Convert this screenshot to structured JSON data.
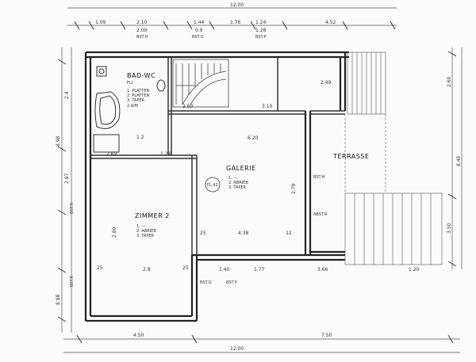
{
  "rooms": {
    "bath": {
      "name": "BAD-WC",
      "sub": "FLI",
      "notes": [
        "1. PLATTEN",
        "2. PLATTEN",
        "3. TAPER"
      ],
      "code": "2.9/M"
    },
    "galerie": {
      "name": "GALERIE",
      "notes": [
        "1. ---",
        "2. ABRIEB",
        "3. TAPER"
      ],
      "stamp": "FL.42"
    },
    "zimmer": {
      "name": "ZIMMER 2",
      "notes": [
        "1. ---",
        "2. ABRIEB",
        "3. TAPER"
      ]
    },
    "terrasse": {
      "name": "TERRASSE"
    }
  },
  "labels": {
    "bst_h_top": "BST.H",
    "bst_o_top": "BST.O",
    "bst_p_top": "BST.P",
    "bst_h_mid": "BST.H",
    "abst_r": "ABST.R",
    "bst_r_left": "BST.R",
    "bst_k_left": "BST.K",
    "bst_q_bot": "BST.Q",
    "bst_p_bot": "BST.P"
  },
  "dimensions": {
    "top_total": "12.00",
    "top_segments": [
      "1.09",
      "2.10",
      "1.44",
      "1.76",
      "1.24",
      "4.52"
    ],
    "top_sub": [
      "2.09",
      "0.9",
      "1.28"
    ],
    "bottom_segments": [
      "4.50",
      "7.50"
    ],
    "bottom_total": "12.00",
    "left_total": "8.98",
    "left_segments": [
      "2.4",
      "2.87",
      "8.88"
    ],
    "right_total": "8.40",
    "right_segments": [
      "2.60",
      "3.50"
    ],
    "galerie_w": "6.20",
    "galerie_inner": "2.60",
    "galerie_side": "3.10",
    "galerie_h": "2.79",
    "zimmer_w": "2.8",
    "zimmer_h": "2.89",
    "galerie_bottom": "4.38",
    "inner_mid": "1.40",
    "inner_mid2": "1.77",
    "right_mid": "3.66",
    "right_low": "1.20",
    "bath_h": "1.2",
    "zim_left": "25",
    "zim_right": "25",
    "gal_25": "25",
    "gal_12": "12",
    "small_a": "2.69",
    "small_b": "1.24",
    "small_c": "2.49"
  }
}
